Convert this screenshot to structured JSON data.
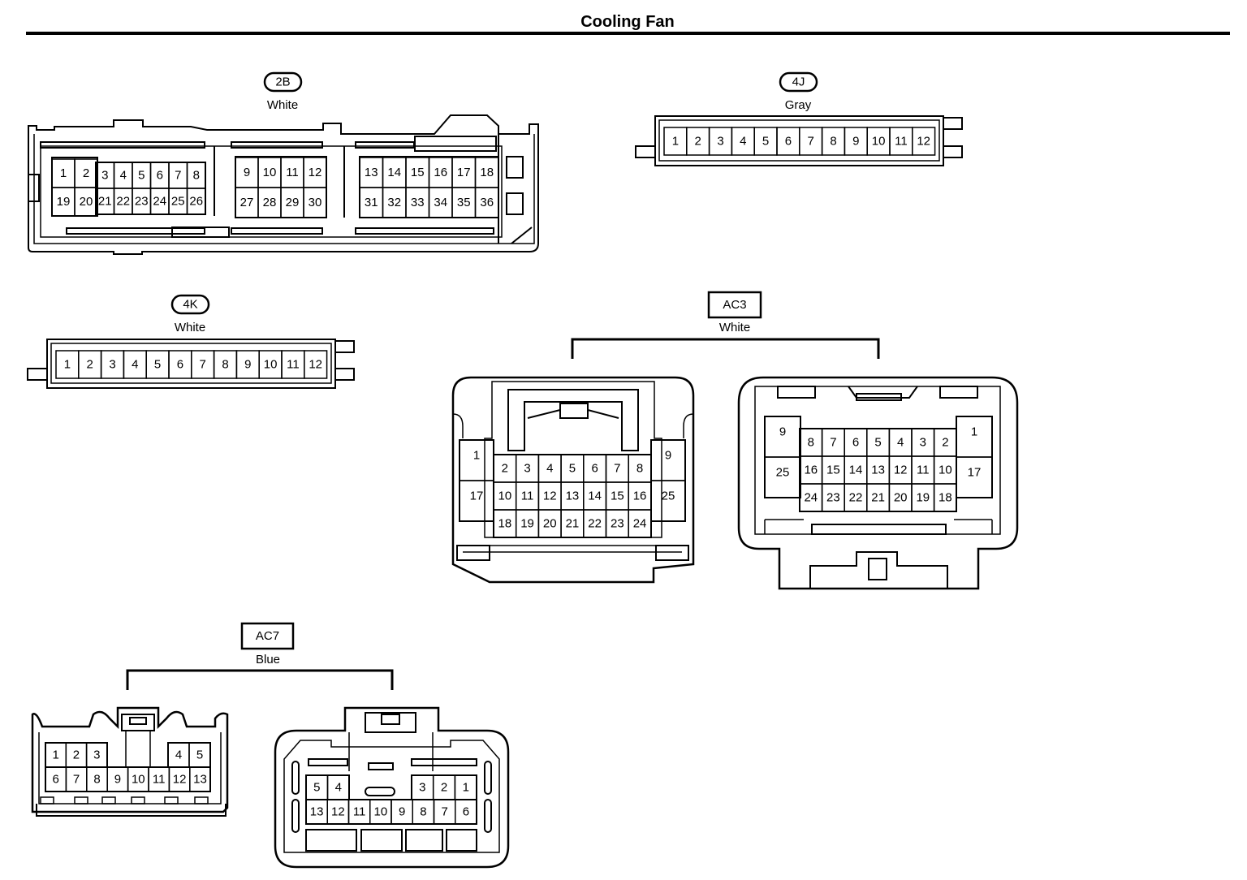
{
  "page_title": "Cooling Fan",
  "connectors": [
    {
      "code": "2B",
      "color": "White",
      "tag_style": "pill"
    },
    {
      "code": "4J",
      "color": "Gray",
      "tag_style": "pill"
    },
    {
      "code": "4K",
      "color": "White",
      "tag_style": "pill"
    },
    {
      "code": "AC3",
      "color": "White",
      "tag_style": "box"
    },
    {
      "code": "AC7",
      "color": "Blue",
      "tag_style": "box"
    }
  ],
  "pins": {
    "c2b_g1_top": [
      "1",
      "2"
    ],
    "c2b_g1_bot": [
      "19",
      "20"
    ],
    "c2b_g2_top": [
      "3",
      "4",
      "5",
      "6",
      "7",
      "8"
    ],
    "c2b_g2_bot": [
      "21",
      "22",
      "23",
      "24",
      "25",
      "26"
    ],
    "c2b_g3_top": [
      "9",
      "10",
      "11",
      "12"
    ],
    "c2b_g3_bot": [
      "27",
      "28",
      "29",
      "30"
    ],
    "c2b_g4_top": [
      "13",
      "14",
      "15",
      "16",
      "17",
      "18"
    ],
    "c2b_g4_bot": [
      "31",
      "32",
      "33",
      "34",
      "35",
      "36"
    ],
    "c4j": [
      "1",
      "2",
      "3",
      "4",
      "5",
      "6",
      "7",
      "8",
      "9",
      "10",
      "11",
      "12"
    ],
    "c4k": [
      "1",
      "2",
      "3",
      "4",
      "5",
      "6",
      "7",
      "8",
      "9",
      "10",
      "11",
      "12"
    ],
    "ac3l_left": [
      "1",
      "17"
    ],
    "ac3l_right": [
      "9",
      "25"
    ],
    "ac3l_r1": [
      "2",
      "3",
      "4",
      "5",
      "6",
      "7",
      "8"
    ],
    "ac3l_r2": [
      "10",
      "11",
      "12",
      "13",
      "14",
      "15",
      "16"
    ],
    "ac3l_r3": [
      "18",
      "19",
      "20",
      "21",
      "22",
      "23",
      "24"
    ],
    "ac3r_left": [
      "9",
      "25"
    ],
    "ac3r_right": [
      "1",
      "17"
    ],
    "ac3r_r1": [
      "8",
      "7",
      "6",
      "5",
      "4",
      "3",
      "2"
    ],
    "ac3r_r2": [
      "16",
      "15",
      "14",
      "13",
      "12",
      "11",
      "10"
    ],
    "ac3r_r3": [
      "24",
      "23",
      "22",
      "21",
      "20",
      "19",
      "18"
    ],
    "ac7l_r1a": [
      "1",
      "2",
      "3"
    ],
    "ac7l_r1b": [
      "4",
      "5"
    ],
    "ac7l_r2": [
      "6",
      "7",
      "8",
      "9",
      "10",
      "11",
      "12",
      "13"
    ],
    "ac7r_r1a": [
      "5",
      "4"
    ],
    "ac7r_r1b": [
      "3",
      "2",
      "1"
    ],
    "ac7r_r2": [
      "13",
      "12",
      "11",
      "10",
      "9",
      "8",
      "7",
      "6"
    ]
  }
}
